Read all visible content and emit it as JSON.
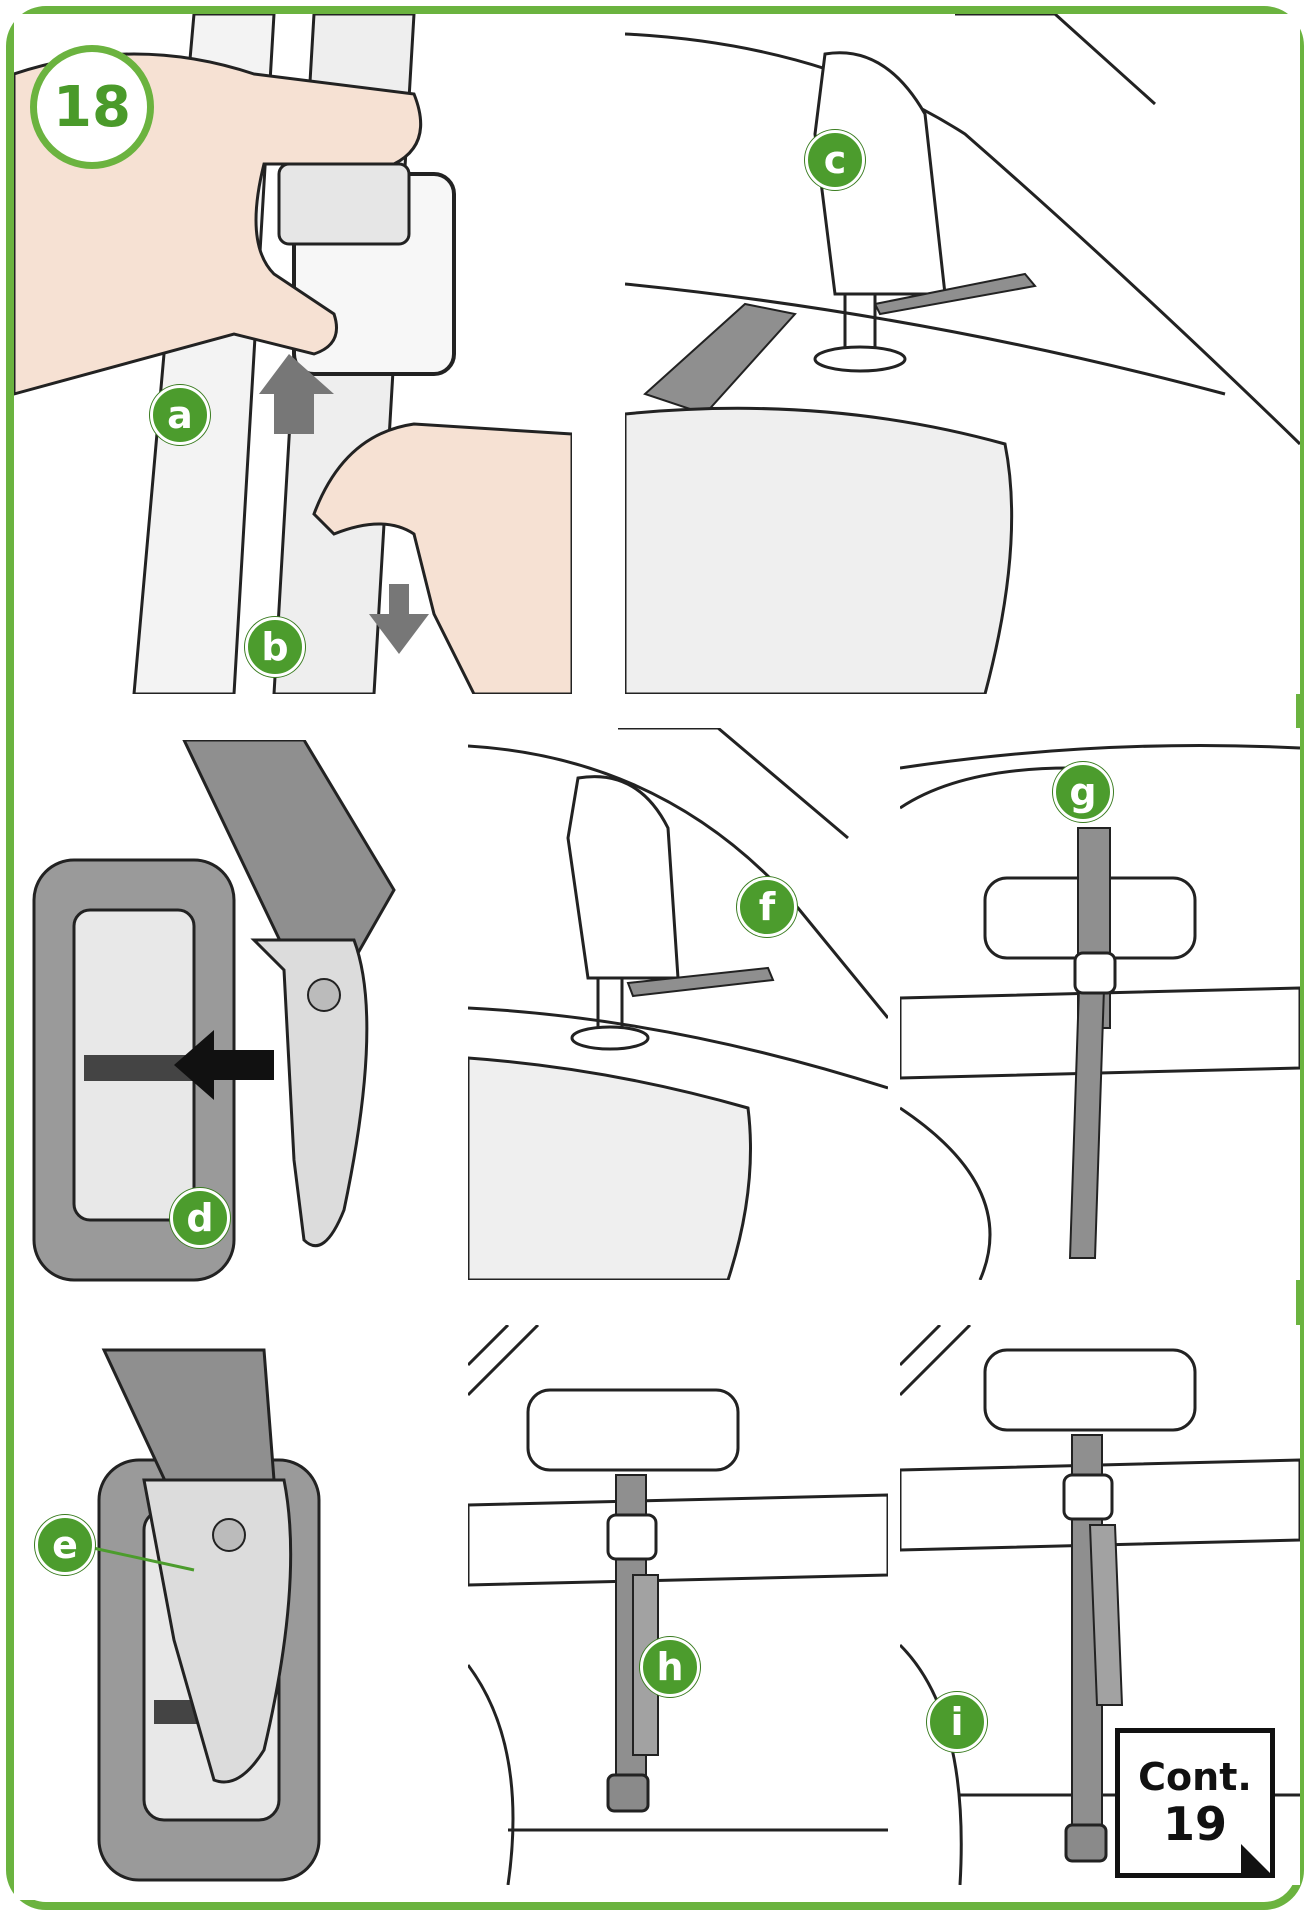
{
  "step": {
    "number": "18"
  },
  "markers": {
    "a": "a",
    "b": "b",
    "c": "c",
    "d": "d",
    "e": "e",
    "f": "f",
    "g": "g",
    "h": "h",
    "i": "i"
  },
  "continue_note": {
    "line1": "Cont.",
    "line2": "19"
  },
  "colors": {
    "accent_green": "#6bb33f",
    "marker_green": "#4c9c2d",
    "strap_grey": "#8f8f8f",
    "arrow_grey": "#777777",
    "skin": "#f6e1d3"
  }
}
